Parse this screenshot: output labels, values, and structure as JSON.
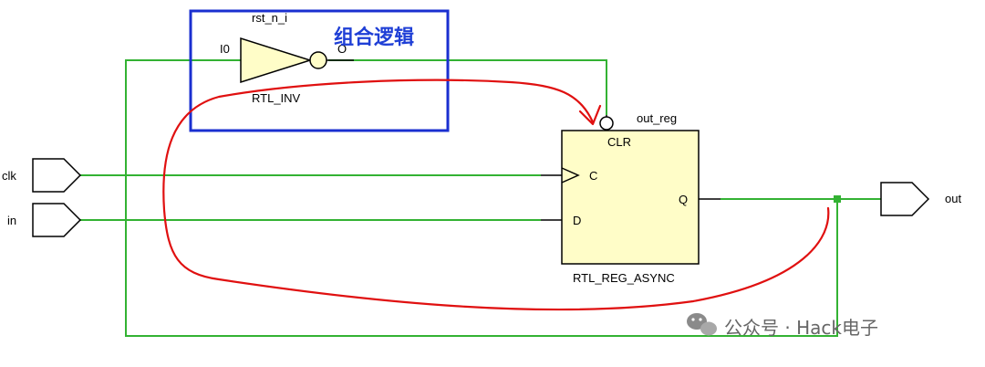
{
  "inverter": {
    "instance": "rst_n_i",
    "input_pin": "I0",
    "output_pin": "O",
    "cell_type": "RTL_INV"
  },
  "annotation": "组合逻辑",
  "register": {
    "instance": "out_reg",
    "clr_pin": "CLR",
    "clk_pin": "C",
    "d_pin": "D",
    "q_pin": "Q",
    "cell_type": "RTL_REG_ASYNC"
  },
  "ports": {
    "clk": "clk",
    "in": "in",
    "out": "out"
  },
  "watermark": "公众号 · Hack电子",
  "colors": {
    "wire": "#33b233",
    "cell_fill": "#fffdc8",
    "box": "#1a2fd0",
    "scribble": "#e01010"
  }
}
